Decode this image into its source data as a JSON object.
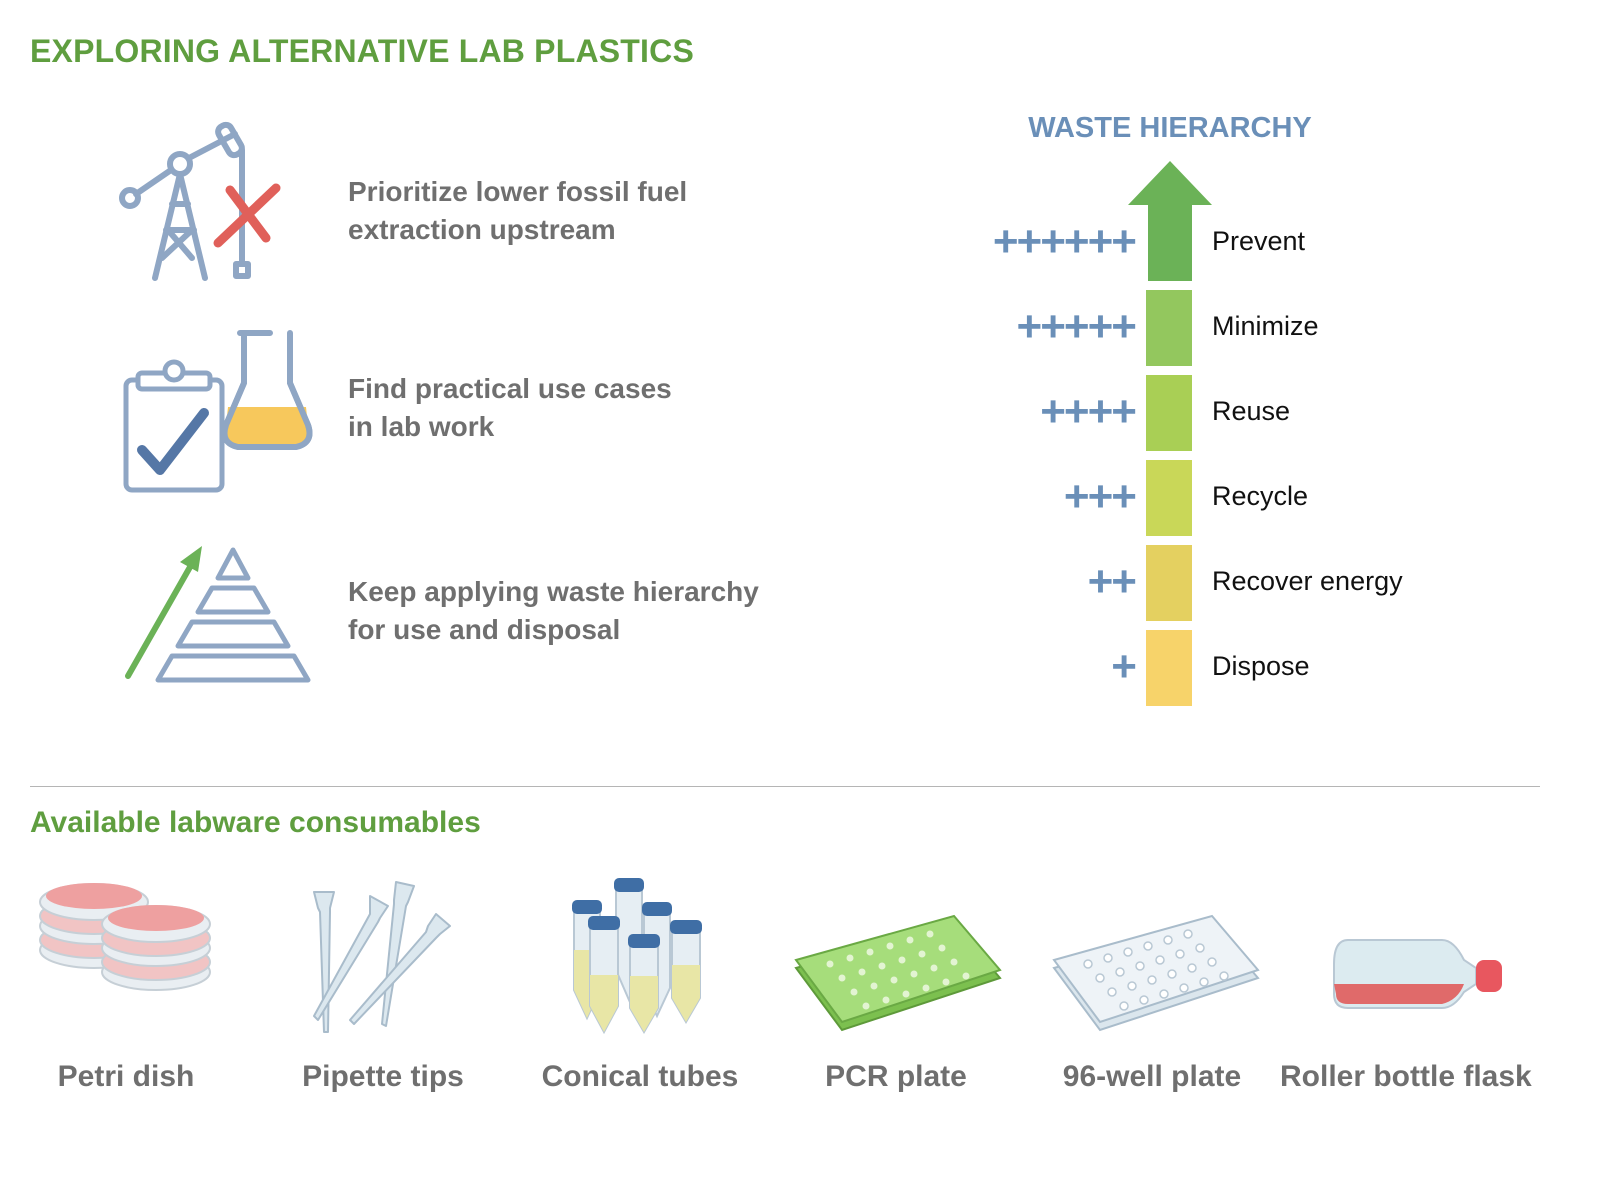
{
  "title": "EXPLORING ALTERNATIVE LAB PLASTICS",
  "strategies": [
    {
      "line1": "Prioritize lower fossil fuel",
      "line2": "extraction upstream",
      "icon": "oil-pump-icon"
    },
    {
      "line1": "Find practical use cases",
      "line2": "in lab work",
      "icon": "clipboard-flask-icon"
    },
    {
      "line1": "Keep applying waste hierarchy",
      "line2": "for use and disposal",
      "icon": "pyramid-arrow-icon"
    }
  ],
  "waste_hierarchy": {
    "title": "WASTE HIERARCHY",
    "levels": [
      {
        "label": "Prevent",
        "plus": "++++++",
        "color": "#6bb257"
      },
      {
        "label": "Minimize",
        "plus": "+++++",
        "color": "#93c75e"
      },
      {
        "label": "Reuse",
        "plus": "++++",
        "color": "#a9cf55"
      },
      {
        "label": "Recycle",
        "plus": "+++",
        "color": "#c9d758"
      },
      {
        "label": "Recover energy",
        "plus": "++",
        "color": "#e4d060"
      },
      {
        "label": "Dispose",
        "plus": "+",
        "color": "#f7d36a"
      }
    ]
  },
  "consumables_title": "Available labware consumables",
  "consumables": [
    {
      "label": "Petri dish",
      "icon": "petri-dish-icon"
    },
    {
      "label": "Pipette tips",
      "icon": "pipette-tips-icon"
    },
    {
      "label": "Conical tubes",
      "icon": "conical-tubes-icon"
    },
    {
      "label": "PCR plate",
      "icon": "pcr-plate-icon"
    },
    {
      "label": "96-well plate",
      "icon": "well-plate-icon"
    },
    {
      "label": "Roller bottle flask",
      "icon": "roller-bottle-icon"
    }
  ],
  "colors": {
    "green_heading": "#5f9e3f",
    "blue_accent": "#6a8fb8",
    "gray_text": "#6f6f6f",
    "red_cross": "#e0605a"
  }
}
